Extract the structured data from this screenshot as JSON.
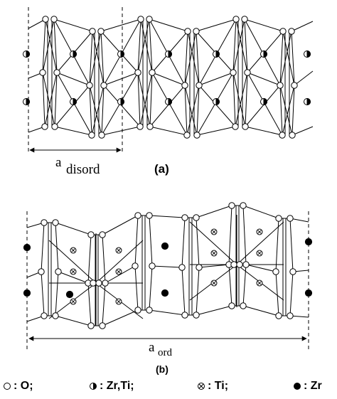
{
  "panel_a": {
    "label": "(a)",
    "dimension_label_main": "a",
    "dimension_label_sub": "disord"
  },
  "panel_b": {
    "label": "(b)",
    "dimension_label_main": "a",
    "dimension_label_sub": "ord"
  },
  "legend": [
    {
      "symbol": "open-circle",
      "text": ": O;"
    },
    {
      "symbol": "half-filled-circle",
      "text": ": Zr,Ti;"
    },
    {
      "symbol": "crossed-circle",
      "text": ": Ti;"
    },
    {
      "symbol": "filled-circle",
      "text": ": Zr"
    }
  ],
  "colors": {
    "ink": "#000000",
    "background": "#ffffff"
  }
}
